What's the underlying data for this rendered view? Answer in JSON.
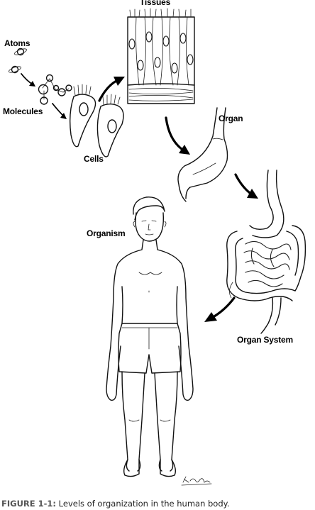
{
  "labels": {
    "tissues": "Tissues",
    "atoms": "Atoms",
    "molecules": "Molecules",
    "cells": "Cells",
    "organ": "Organ",
    "organism": "Organism",
    "organ_system": "Organ System"
  },
  "caption": {
    "prefix": "FIGURE 1-1:",
    "text": " Levels of organization in the human body."
  },
  "signature": "K.Born"
}
